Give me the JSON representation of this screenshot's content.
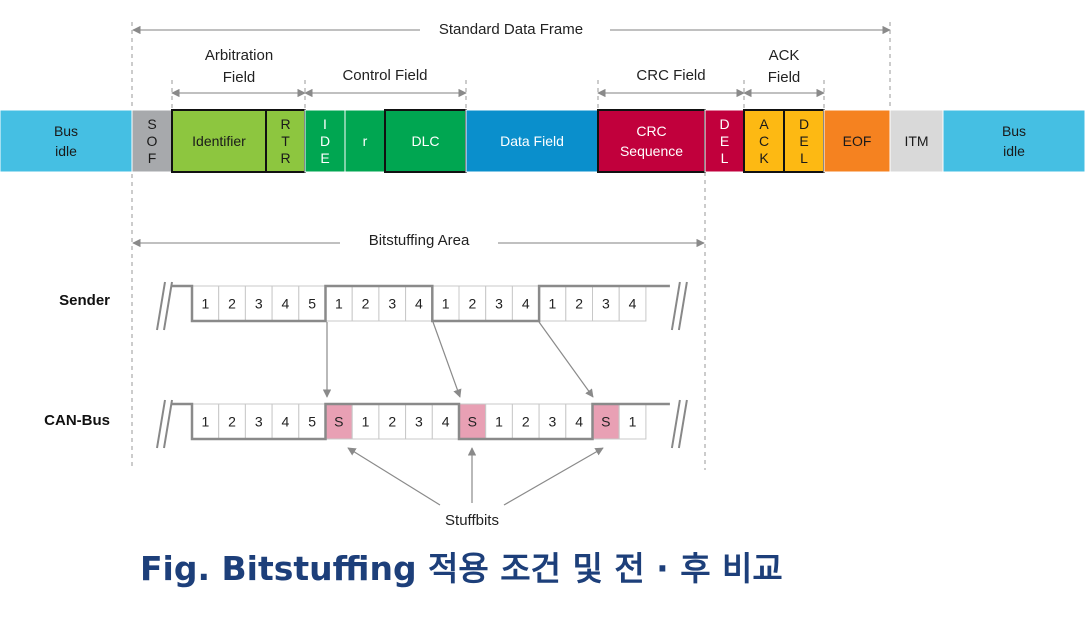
{
  "labels": {
    "standard_frame": "Standard Data Frame",
    "arbitration_field": [
      "Arbitration",
      "Field"
    ],
    "control_field": "Control Field",
    "crc_field": "CRC Field",
    "ack_field": [
      "ACK",
      "Field"
    ],
    "bitstuffing_area": "Bitstuffing Area",
    "sender": "Sender",
    "canbus": "CAN-Bus",
    "stuffbits": "Stuffbits"
  },
  "frame_fields": [
    {
      "id": "bus-idle-left",
      "lines": [
        "Bus",
        "idle"
      ],
      "color": "#45bfe3",
      "text_color": "#1a1a1a"
    },
    {
      "id": "sof",
      "lines": [
        "S",
        "O",
        "F"
      ],
      "color": "#a7a9ac",
      "text_color": "#1a1a1a"
    },
    {
      "id": "identifier",
      "lines": [
        "Identifier"
      ],
      "color": "#8dc63f",
      "text_color": "#1a1a1a"
    },
    {
      "id": "rtr",
      "lines": [
        "R",
        "T",
        "R"
      ],
      "color": "#8dc63f",
      "text_color": "#1a1a1a"
    },
    {
      "id": "ide",
      "lines": [
        "I",
        "D",
        "E"
      ],
      "color": "#00a651",
      "text_color": "#ffffff"
    },
    {
      "id": "r",
      "lines": [
        "r"
      ],
      "color": "#00a651",
      "text_color": "#ffffff"
    },
    {
      "id": "dlc",
      "lines": [
        "DLC"
      ],
      "color": "#00a651",
      "text_color": "#ffffff"
    },
    {
      "id": "data-field",
      "lines": [
        "Data Field"
      ],
      "color": "#0a8fcc",
      "text_color": "#ffffff"
    },
    {
      "id": "crc-sequence",
      "lines": [
        "CRC",
        "Sequence"
      ],
      "color": "#c1003c",
      "text_color": "#ffffff"
    },
    {
      "id": "crc-del",
      "lines": [
        "D",
        "E",
        "L"
      ],
      "color": "#c1003c",
      "text_color": "#ffffff"
    },
    {
      "id": "ack",
      "lines": [
        "A",
        "C",
        "K"
      ],
      "color": "#fdb913",
      "text_color": "#1a1a1a"
    },
    {
      "id": "ack-del",
      "lines": [
        "D",
        "E",
        "L"
      ],
      "color": "#fdb913",
      "text_color": "#1a1a1a"
    },
    {
      "id": "eof",
      "lines": [
        "EOF"
      ],
      "color": "#f58220",
      "text_color": "#1a1a1a"
    },
    {
      "id": "itm",
      "lines": [
        "ITM"
      ],
      "color": "#d9d9d9",
      "text_color": "#1a1a1a"
    },
    {
      "id": "bus-idle-right",
      "lines": [
        "Bus",
        "idle"
      ],
      "color": "#45bfe3",
      "text_color": "#1a1a1a"
    }
  ],
  "sender_bits": [
    "1",
    "2",
    "3",
    "4",
    "5",
    "1",
    "2",
    "3",
    "4",
    "1",
    "2",
    "3",
    "4",
    "1",
    "2",
    "3",
    "4"
  ],
  "sender_levels": [
    0,
    0,
    0,
    0,
    0,
    1,
    1,
    1,
    1,
    0,
    0,
    0,
    0,
    1,
    1,
    1,
    1
  ],
  "canbus_bits": [
    "1",
    "2",
    "3",
    "4",
    "5",
    "S",
    "1",
    "2",
    "3",
    "4",
    "S",
    "1",
    "2",
    "3",
    "4",
    "S",
    "1"
  ],
  "canbus_levels": [
    0,
    0,
    0,
    0,
    0,
    1,
    1,
    1,
    1,
    1,
    0,
    0,
    0,
    0,
    0,
    1,
    1
  ],
  "stuff_color": "#e8a0b4",
  "caption": "Fig. Bitstuffing 적용 조건 및 전 · 후 비교"
}
